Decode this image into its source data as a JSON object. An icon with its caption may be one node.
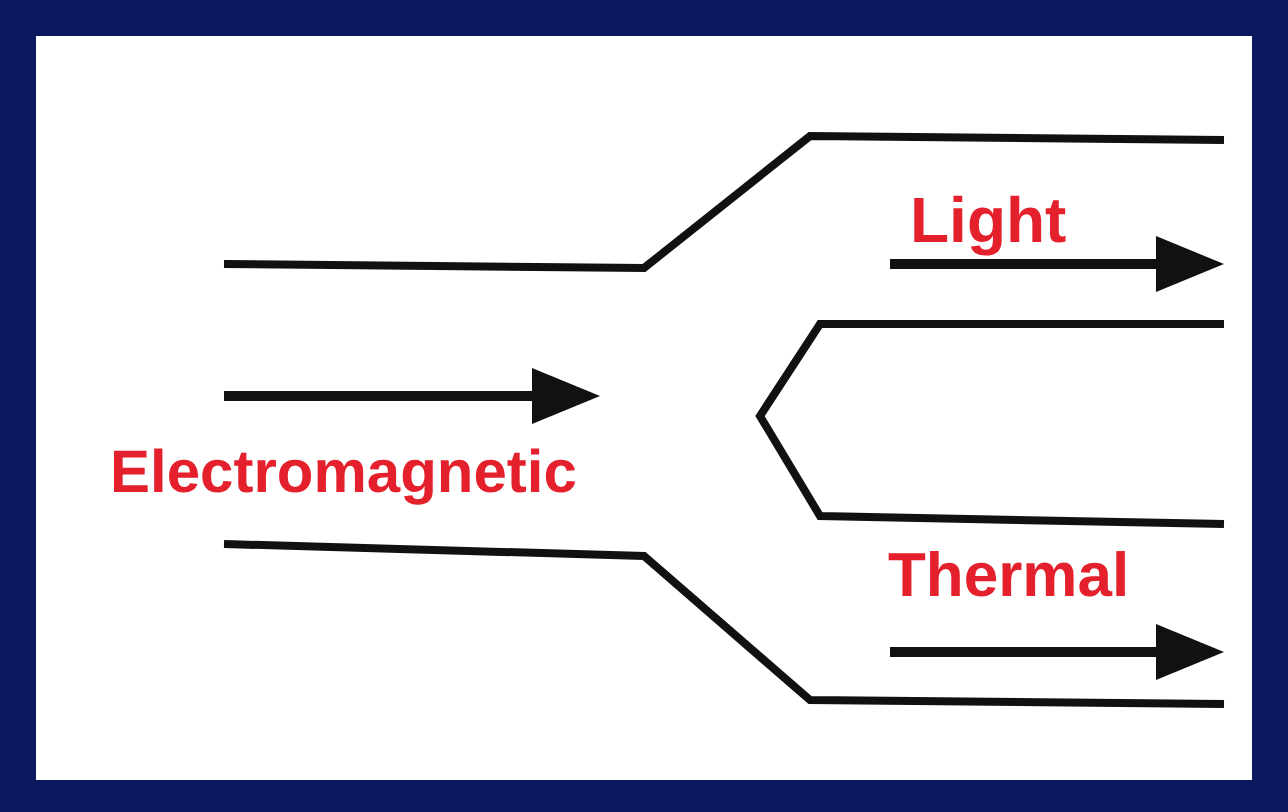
{
  "diagram": {
    "labels": [
      "Light",
      "Electromagnetic",
      "Thermal"
    ]
  }
}
